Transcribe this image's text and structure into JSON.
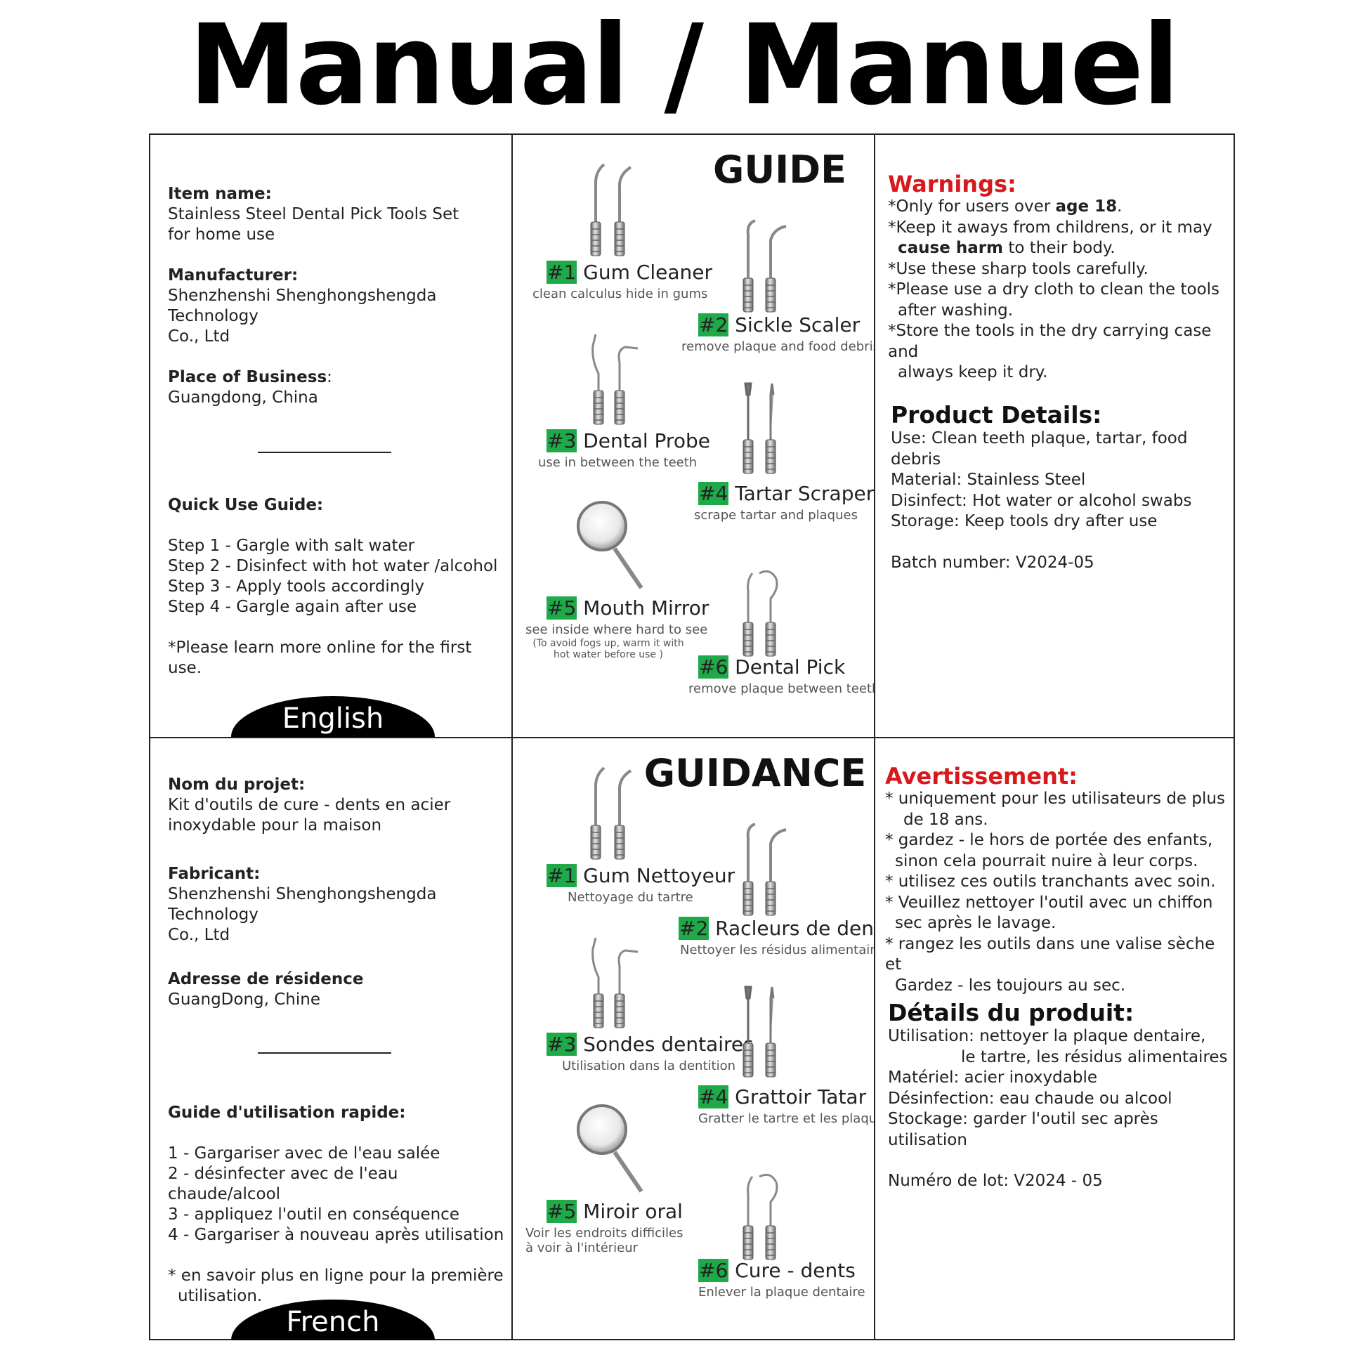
{
  "title": "Manual / Manuel",
  "english": {
    "item_label": "Item name:",
    "item_value_1": "Stainless Steel Dental Pick Tools Set",
    "item_value_2": "for home use",
    "manufacturer_label": "Manufacturer:",
    "manufacturer_value_1": "Shenzhenshi Shenghongshengda Technology",
    "manufacturer_value_2": "Co., Ltd",
    "place_label": "Place of Business",
    "place_colon": ":",
    "place_value": "Guangdong, China",
    "quick_label": "Quick Use Guide:",
    "steps": [
      "Step 1 - Gargle with salt water",
      "Step 2 - Disinfect with hot water /alcohol",
      "Step 3 - Apply tools accordingly",
      "Step 4 - Gargle again after use"
    ],
    "note": "*Please learn more online for the first use.",
    "badge": "English",
    "guide_title": "GUIDE",
    "tools": [
      {
        "num": "#1",
        "name": " Gum Cleaner",
        "desc": "clean calculus hide in gums"
      },
      {
        "num": "#2",
        "name": " Sickle Scaler",
        "desc": "remove plaque and food debris"
      },
      {
        "num": "#3",
        "name": " Dental Probe",
        "desc": "use in between the teeth"
      },
      {
        "num": "#4",
        "name": " Tartar Scraper",
        "desc": "scrape tartar and plaques"
      },
      {
        "num": "#5",
        "name": " Mouth Mirror",
        "desc": "see inside where hard to see",
        "note_1": "(To avoid fogs up, warm it with",
        "note_2": "hot water before use )"
      },
      {
        "num": "#6",
        "name": " Dental Pick",
        "desc": "remove plaque between teeth"
      }
    ],
    "warnings_title": "Warnings:",
    "w1_a": "*Only for users over ",
    "w1_b": "age 18",
    "w1_c": ".",
    "w2_a": "*Keep it aways from childrens, or it may",
    "w2_b": "cause harm",
    "w2_c": " to their body.",
    "w3": "*Use these sharp tools carefully.",
    "w4_a": "*Please use a dry cloth to clean the tools",
    "w4_b": "after washing.",
    "w5_a": "*Store the tools in the dry carrying case and",
    "w5_b": "always keep it dry.",
    "details_title": "Product Details:",
    "details": [
      "Use: Clean teeth plaque, tartar, food debris",
      "Material: Stainless Steel",
      "Disinfect: Hot water or alcohol swabs",
      "Storage: Keep tools dry after use"
    ],
    "batch": "Batch number: V2024-05"
  },
  "french": {
    "item_label": "Nom du projet:",
    "item_value_1": "Kit d'outils de cure - dents en acier",
    "item_value_2": "inoxydable pour la maison",
    "manufacturer_label": "Fabricant:",
    "manufacturer_value_1": "Shenzhenshi Shenghongshengda Technology",
    "manufacturer_value_2": "Co., Ltd",
    "place_label": "Adresse de résidence",
    "place_value": "GuangDong, Chine",
    "quick_label": "Guide d'utilisation rapide:",
    "steps": [
      "1 - Gargariser avec de l'eau salée",
      "2 - désinfecter avec de l'eau chaude/alcool",
      "3 - appliquez l'outil en conséquence",
      "4 - Gargariser à nouveau après utilisation"
    ],
    "note_1": "* en savoir plus en ligne pour la première",
    "note_2": "utilisation.",
    "badge": "French",
    "guide_title": "GUIDANCE",
    "tools": [
      {
        "num": "#1",
        "name": " Gum Nettoyeur",
        "desc": "Nettoyage du tartre"
      },
      {
        "num": "#2",
        "name": " Racleurs de dents",
        "desc": "Nettoyer les résidus alimentaires"
      },
      {
        "num": "#3",
        "name": " Sondes dentaires",
        "desc": "Utilisation dans la dentition"
      },
      {
        "num": "#4",
        "name": " Grattoir Tatar",
        "desc": "Gratter le tartre et les plaques"
      },
      {
        "num": "#5",
        "name": " Miroir oral",
        "desc_1": "Voir les endroits difficiles",
        "desc_2": "à voir à l'intérieur"
      },
      {
        "num": "#6",
        "name": " Cure - dents",
        "desc": "Enlever la plaque dentaire"
      }
    ],
    "warnings_title": "Avertissement:",
    "w": [
      "* uniquement pour les utilisateurs de plus",
      "de 18 ans.",
      "* gardez - le hors de portée des enfants,",
      "sinon cela pourrait nuire à leur corps.",
      "* utilisez ces outils tranchants avec soin.",
      "* Veuillez nettoyer l'outil avec un chiffon",
      "sec après le lavage.",
      "* rangez les outils dans une valise sèche et",
      "Gardez - les toujours au sec."
    ],
    "details_title": "Détails du produit:",
    "details": [
      "Utilisation: nettoyer la plaque dentaire,",
      "le tartre, les résidus alimentaires",
      "Matériel: acier inoxydable",
      "Désinfection: eau chaude ou alcool",
      "Stockage: garder l'outil sec après utilisation"
    ],
    "batch": "Numéro de lot: V2024 - 05"
  },
  "colors": {
    "accent_green": "#1faa4a",
    "warning_red": "#d7191c",
    "badge_black": "#000000"
  },
  "icons": [
    "gum-cleaner-icon",
    "sickle-scaler-icon",
    "dental-probe-icon",
    "tartar-scraper-icon",
    "mouth-mirror-icon",
    "dental-pick-icon"
  ]
}
